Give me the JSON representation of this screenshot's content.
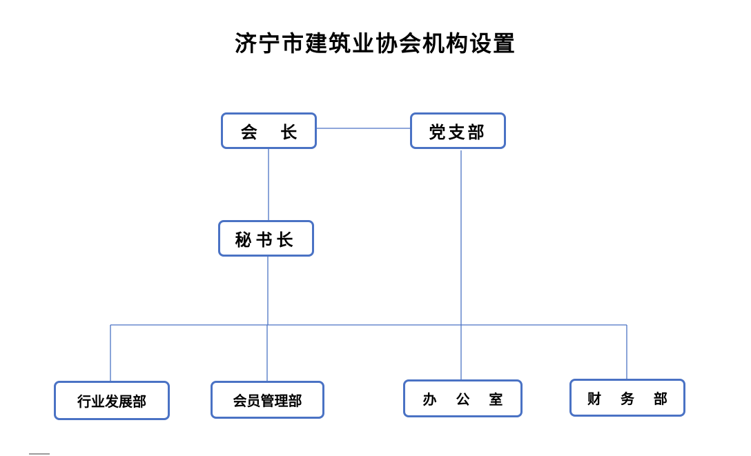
{
  "title": "济宁市建筑业协会机构设置",
  "colors": {
    "node_border": "#4a72c4",
    "connector": "#4a72c4",
    "text": "#000000"
  },
  "nodes": {
    "president": "会    长",
    "party_branch": "党支部",
    "secretary_general": "秘书长",
    "industry_dev": "行业发展部",
    "member_mgmt": "会员管理部",
    "office": "办    公    室",
    "finance": "财    务    部"
  }
}
